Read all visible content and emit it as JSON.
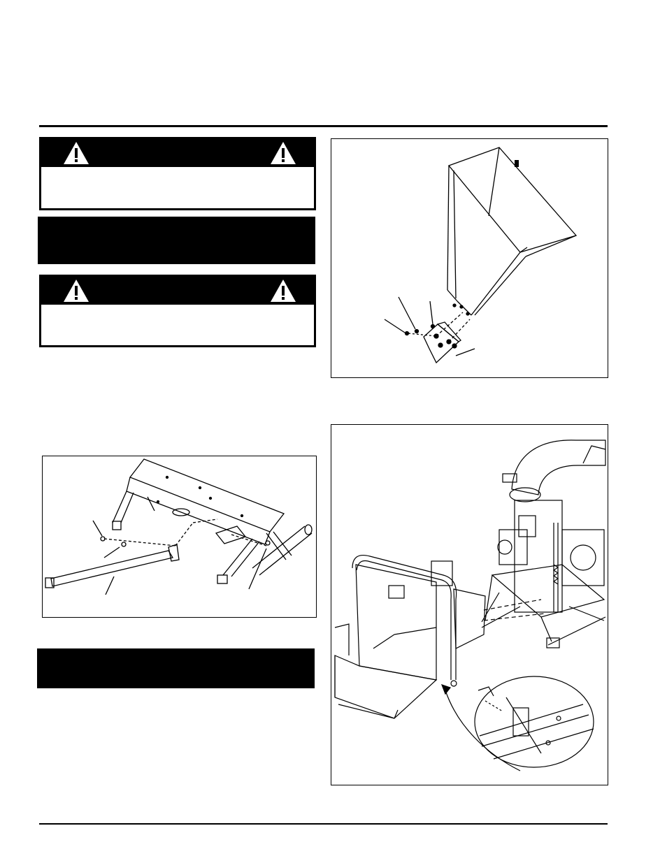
{
  "page": {
    "header_rule": true,
    "footer_rule": true
  },
  "warnings": [
    {
      "icon_left": "warning-triangle-icon",
      "icon_right": "warning-triangle-icon",
      "text": ""
    },
    {
      "icon_left": "warning-triangle-icon",
      "icon_right": "warning-triangle-icon",
      "text": ""
    }
  ],
  "notice_boxes": [
    {
      "text": ""
    },
    {
      "text": ""
    }
  ],
  "figures": [
    {
      "name": "hopper-mounting-bracket-figure",
      "callouts": []
    },
    {
      "name": "frame-support-bar-figure",
      "callouts": []
    },
    {
      "name": "chipper-hopper-assembly-figure",
      "callouts": []
    }
  ],
  "colors": {
    "ink": "#000000",
    "paper": "#ffffff"
  }
}
